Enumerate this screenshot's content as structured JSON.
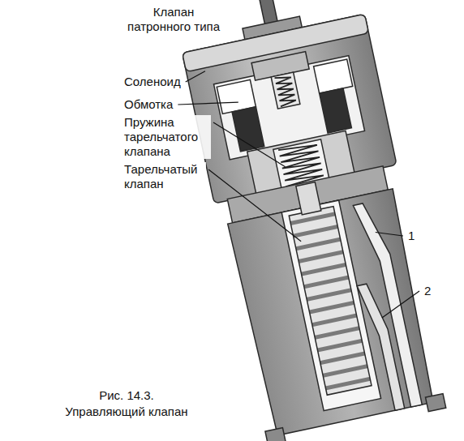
{
  "diagram": {
    "caption": "Рис. 14.3. Управляющий клапан",
    "labels": [
      "Клапан патронного типа",
      "Соленоид",
      "Обмотка",
      "Пружина тарельчатого клапана",
      "Тарельчатый клапан",
      "1",
      "2"
    ]
  }
}
